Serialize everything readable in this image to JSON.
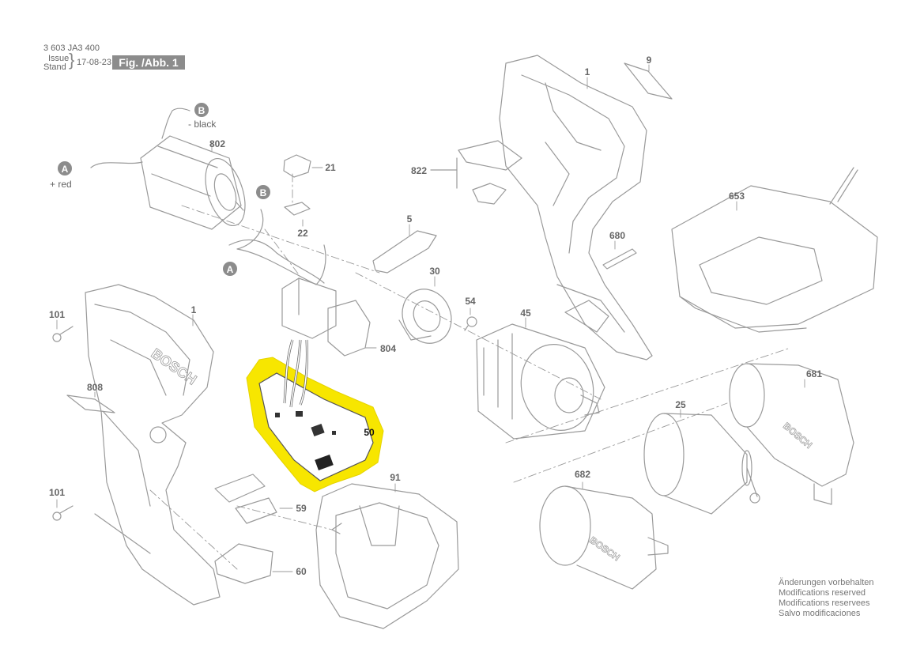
{
  "header": {
    "doc_number": "3 603 JA3 400",
    "issue_label": "Issue",
    "stand_label": "Stand",
    "date": "17-08-23",
    "figure": "Fig. /Abb. 1"
  },
  "wires": {
    "a_letter": "A",
    "b_letter": "B",
    "a_note": "+ red",
    "b_note": "- black"
  },
  "callouts": [
    {
      "id": "1a",
      "text": "1"
    },
    {
      "id": "1b",
      "text": "1"
    },
    {
      "id": "5",
      "text": "5"
    },
    {
      "id": "9",
      "text": "9"
    },
    {
      "id": "21",
      "text": "21"
    },
    {
      "id": "22",
      "text": "22"
    },
    {
      "id": "25",
      "text": "25"
    },
    {
      "id": "30",
      "text": "30"
    },
    {
      "id": "45",
      "text": "45"
    },
    {
      "id": "50",
      "text": "50"
    },
    {
      "id": "54",
      "text": "54"
    },
    {
      "id": "59",
      "text": "59"
    },
    {
      "id": "60",
      "text": "60"
    },
    {
      "id": "91",
      "text": "91"
    },
    {
      "id": "101a",
      "text": "101"
    },
    {
      "id": "101b",
      "text": "101"
    },
    {
      "id": "653",
      "text": "653"
    },
    {
      "id": "680",
      "text": "680"
    },
    {
      "id": "681",
      "text": "681"
    },
    {
      "id": "682",
      "text": "682"
    },
    {
      "id": "802",
      "text": "802"
    },
    {
      "id": "804",
      "text": "804"
    },
    {
      "id": "808",
      "text": "808"
    },
    {
      "id": "822",
      "text": "822"
    }
  ],
  "brand_mark": "BOSCH",
  "notes": [
    "Änderungen vorbehalten",
    "Modifications reserved",
    "Modifications reservees",
    "Salvo modificaciones"
  ],
  "colors": {
    "line": "#9a9a9a",
    "highlight": "#f7e600",
    "badge": "#8c8c8c",
    "label": "#555555"
  }
}
